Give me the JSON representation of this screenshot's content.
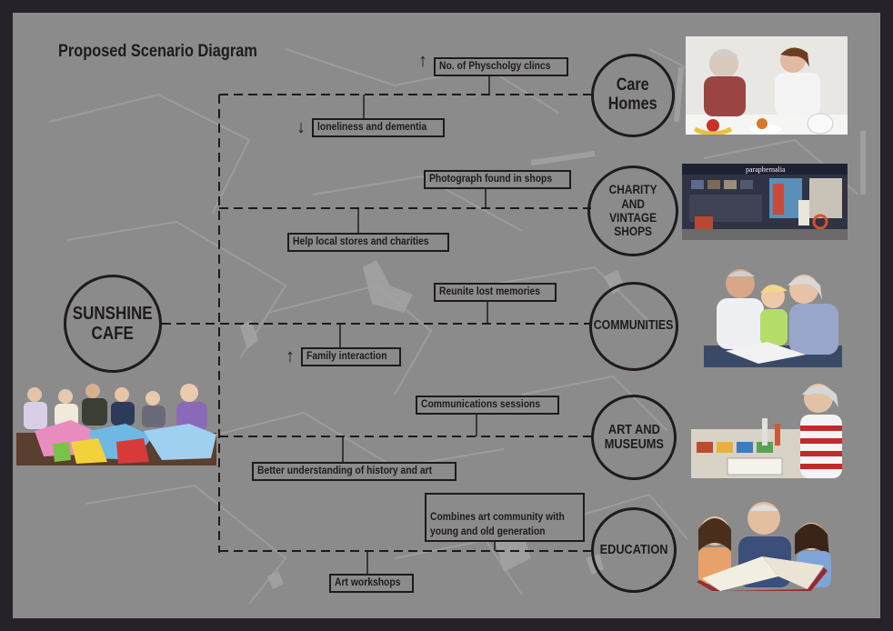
{
  "title": "Proposed Scenario Diagram",
  "center": {
    "label": "SUNSHINE\nCAFE"
  },
  "destinations": [
    {
      "label": "Care\nHomes"
    },
    {
      "label": "CHARITY\nAND\nVINTAGE\nSHOPS"
    },
    {
      "label": "COMMUNITIES"
    },
    {
      "label": "ART AND\nMUSEUMS"
    },
    {
      "label": "EDUCATION"
    }
  ],
  "annotations": {
    "care_top": "No. of Physcholgy clincs",
    "care_bottom": "loneliness and dementia",
    "charity_top": "Photograph found in shops",
    "charity_bottom": "Help local stores and charities",
    "communities_top": "Reunite lost memories",
    "communities_bottom": "Family interaction",
    "art_top": "Communications sessions",
    "art_bottom": "Better understanding of history and art",
    "education_top": "Combines art community with\nyoung and old generation",
    "education_bottom": "Art workshops"
  },
  "arrows": {
    "up": "↑",
    "down": "↓"
  },
  "shop_sign": "paraphernalia",
  "colors": {
    "frame": "#27222a",
    "board": "#8b8b8b",
    "ink": "#1e1a1e",
    "map_lines": "#a4a4a4"
  }
}
